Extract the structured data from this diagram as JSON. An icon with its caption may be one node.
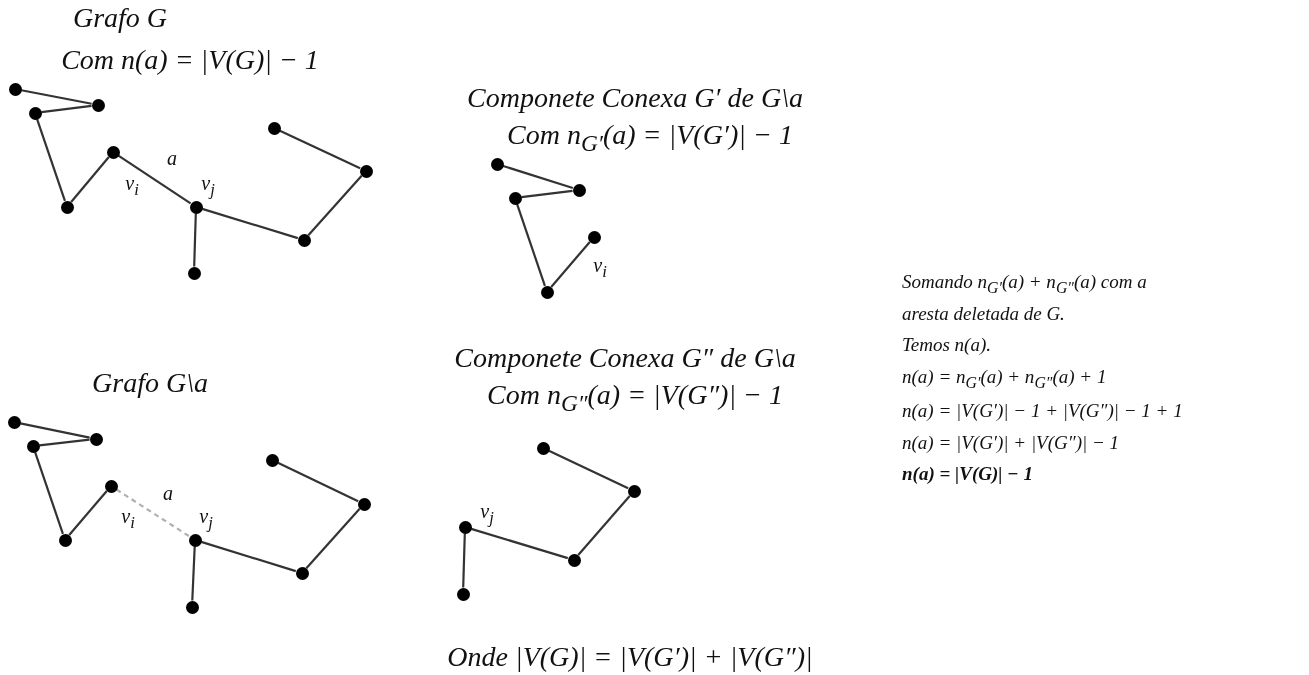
{
  "diagram": {
    "nodes": [
      {
        "text": [],
        "shape": "circle"
      },
      {
        "text": [],
        "shape": "circle"
      },
      {
        "text": [],
        "shape": "circle"
      },
      {
        "text": [],
        "shape": "circle"
      },
      {
        "text": [],
        "shape": "circle",
        "beside": [
          "v$_{i}$"
        ]
      },
      {
        "text": [],
        "shape": "circle",
        "beside": [
          "v$_{j}$"
        ]
      },
      {
        "text": [],
        "shape": "circle"
      },
      {
        "text": [],
        "shape": "circle"
      },
      {
        "text": [],
        "shape": "circle"
      },
      {
        "text": [],
        "shape": "circle"
      },
      {
        "text": [],
        "shape": "circle"
      },
      {
        "text": [],
        "shape": "circle"
      },
      {
        "text": [],
        "shape": "circle"
      },
      {
        "text": [],
        "shape": "circle"
      },
      {
        "text": [],
        "shape": "circle",
        "beside": [
          "v$_{i}$"
        ]
      },
      {
        "text": [],
        "shape": "circle",
        "beside": [
          "v$_{j}$"
        ]
      },
      {
        "text": [],
        "shape": "circle"
      },
      {
        "text": [],
        "shape": "circle"
      },
      {
        "text": [],
        "shape": "circle"
      },
      {
        "text": [],
        "shape": "circle"
      },
      {
        "text": [],
        "shape": "circle"
      },
      {
        "text": [],
        "shape": "circle"
      },
      {
        "text": [],
        "shape": "circle"
      },
      {
        "text": [],
        "shape": "circle"
      },
      {
        "text": [],
        "shape": "circle",
        "beside": [
          "v$_{i}$"
        ]
      },
      {
        "text": [],
        "shape": "circle"
      },
      {
        "text": [],
        "shape": "circle"
      },
      {
        "text": [],
        "shape": "circle",
        "beside": [
          "v$_{j}$"
        ]
      },
      {
        "text": [],
        "shape": "circle"
      },
      {
        "text": [],
        "shape": "circle"
      }
    ],
    "edges": [
      {
        "from": 0,
        "to": 1,
        "arrow": "none"
      },
      {
        "from": 1,
        "to": 2,
        "arrow": "none"
      },
      {
        "from": 2,
        "to": 3,
        "arrow": "none"
      },
      {
        "from": 3,
        "to": 4,
        "arrow": "none"
      },
      {
        "from": 4,
        "to": 5,
        "arrow": "none",
        "label": "a"
      },
      {
        "from": 5,
        "to": 6,
        "arrow": "none"
      },
      {
        "from": 5,
        "to": 7,
        "arrow": "none"
      },
      {
        "from": 7,
        "to": 8,
        "arrow": "none"
      },
      {
        "from": 8,
        "to": 9,
        "arrow": "none"
      },
      {
        "from": 10,
        "to": 11,
        "arrow": "none"
      },
      {
        "from": 11,
        "to": 12,
        "arrow": "none"
      },
      {
        "from": 12,
        "to": 13,
        "arrow": "none"
      },
      {
        "from": 13,
        "to": 14,
        "arrow": "none"
      },
      {
        "from": 14,
        "to": 15,
        "arrow": "none",
        "label": "a",
        "style": "dashed",
        "color": "#b0b0b0"
      },
      {
        "from": 15,
        "to": 16,
        "arrow": "none"
      },
      {
        "from": 15,
        "to": 17,
        "arrow": "none"
      },
      {
        "from": 17,
        "to": 18,
        "arrow": "none"
      },
      {
        "from": 18,
        "to": 19,
        "arrow": "none"
      },
      {
        "from": 20,
        "to": 21,
        "arrow": "none"
      },
      {
        "from": 21,
        "to": 22,
        "arrow": "none"
      },
      {
        "from": 22,
        "to": 23,
        "arrow": "none"
      },
      {
        "from": 23,
        "to": 24,
        "arrow": "none"
      },
      {
        "from": 25,
        "to": 26,
        "arrow": "none"
      },
      {
        "from": 26,
        "to": 28,
        "arrow": "none"
      },
      {
        "from": 28,
        "to": 27,
        "arrow": "none"
      },
      {
        "from": 27,
        "to": 29,
        "arrow": "none"
      }
    ],
    "labels": [
      "Grafo G",
      "Com n(a) = |V(G)| − 1",
      "Componete Conexa G′ de G\\a",
      "Com n$_{G′}$(a) = |V(G′)| − 1",
      "Grafo G\\a",
      "Componete Conexa G″ de G\\a",
      "Com n$_{G″}$(a) = |V(G″)| − 1",
      "Somando n$_{G′}$(a) + n$_{G″}$(a) com a aresta deletada de G.",
      "Temos n(a).",
      "n(a) = n$_{G′}$(a) + n$_{G″}$(a) + 1",
      "n(a) = |V(G′)| − 1 + |V(G″)| − 1 + 1",
      "n(a) = |V(G′)| + |V(G″)| − 1",
      "n(a) = |V(G)| − 1",
      "Onde |V(G)| = |V(G′)| + |V(G″)|"
    ]
  }
}
